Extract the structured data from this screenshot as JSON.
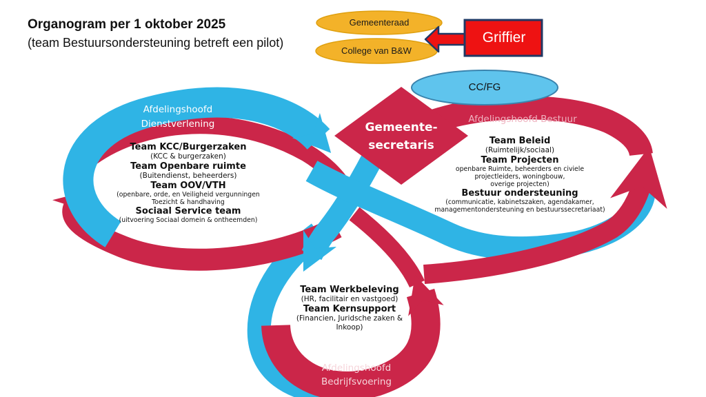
{
  "colors": {
    "ribbon_blue": "#2fb4e5",
    "ribbon_red": "#cb2649",
    "bright_red": "#ee1212",
    "gold": "#f3b229",
    "gold_border": "#dfa00f",
    "ccfg_blue": "#5fc4ed",
    "ccfg_border": "#3a84ae",
    "navy_border": "#203864",
    "white_text": "#ffffff",
    "pink_text": "#efb3c0"
  },
  "title": {
    "line1": "Organogram per 1 oktober 2025",
    "line2": "(team Bestuursondersteuning betreft een pilot)"
  },
  "top_boxes": {
    "gemeenteraad": "Gemeenteraad",
    "college": "College van B&W",
    "griffier": "Griffier",
    "ccfg": "CC/FG"
  },
  "secretaris": {
    "line1": "Gemeente-",
    "line2": "secretaris"
  },
  "left_loop": {
    "head1": "Afdelingshoofd",
    "head2": "Dienstverlening",
    "lines": [
      "Team KCC/Burgerzaken",
      "(KCC & burgerzaken)",
      "Team Openbare ruimte",
      "(Buitendienst, beheerders)",
      "Team OOV/VTH",
      "(openbare, orde, en Veiligheid vergunningen",
      "Toezicht & handhaving",
      "Sociaal Service team",
      "(uitvoering Sociaal domein & ontheemden)"
    ]
  },
  "right_loop": {
    "head": "Afdelingshoofd Bestuur",
    "lines": [
      "Team Beleid",
      "(Ruimtelijk/sociaal)",
      "Team Projecten",
      "openbare Ruimte, beheerders en civiele",
      "projectleiders, woningbouw,",
      "overige projecten)",
      "Bestuur ondersteuning",
      "(communicatie, kabinetszaken, agendakamer,",
      "managementondersteuning en bestuurssecretariaat)"
    ]
  },
  "bottom_loop": {
    "head1": "Afdelingshoofd",
    "head2": "Bedrijfsvoering",
    "lines": [
      "Team Werkbeleving",
      "(HR, facilitair en vastgoed)",
      "Team Kernsupport",
      "(Financien, Juridsche zaken &",
      "Inkoop)"
    ]
  }
}
